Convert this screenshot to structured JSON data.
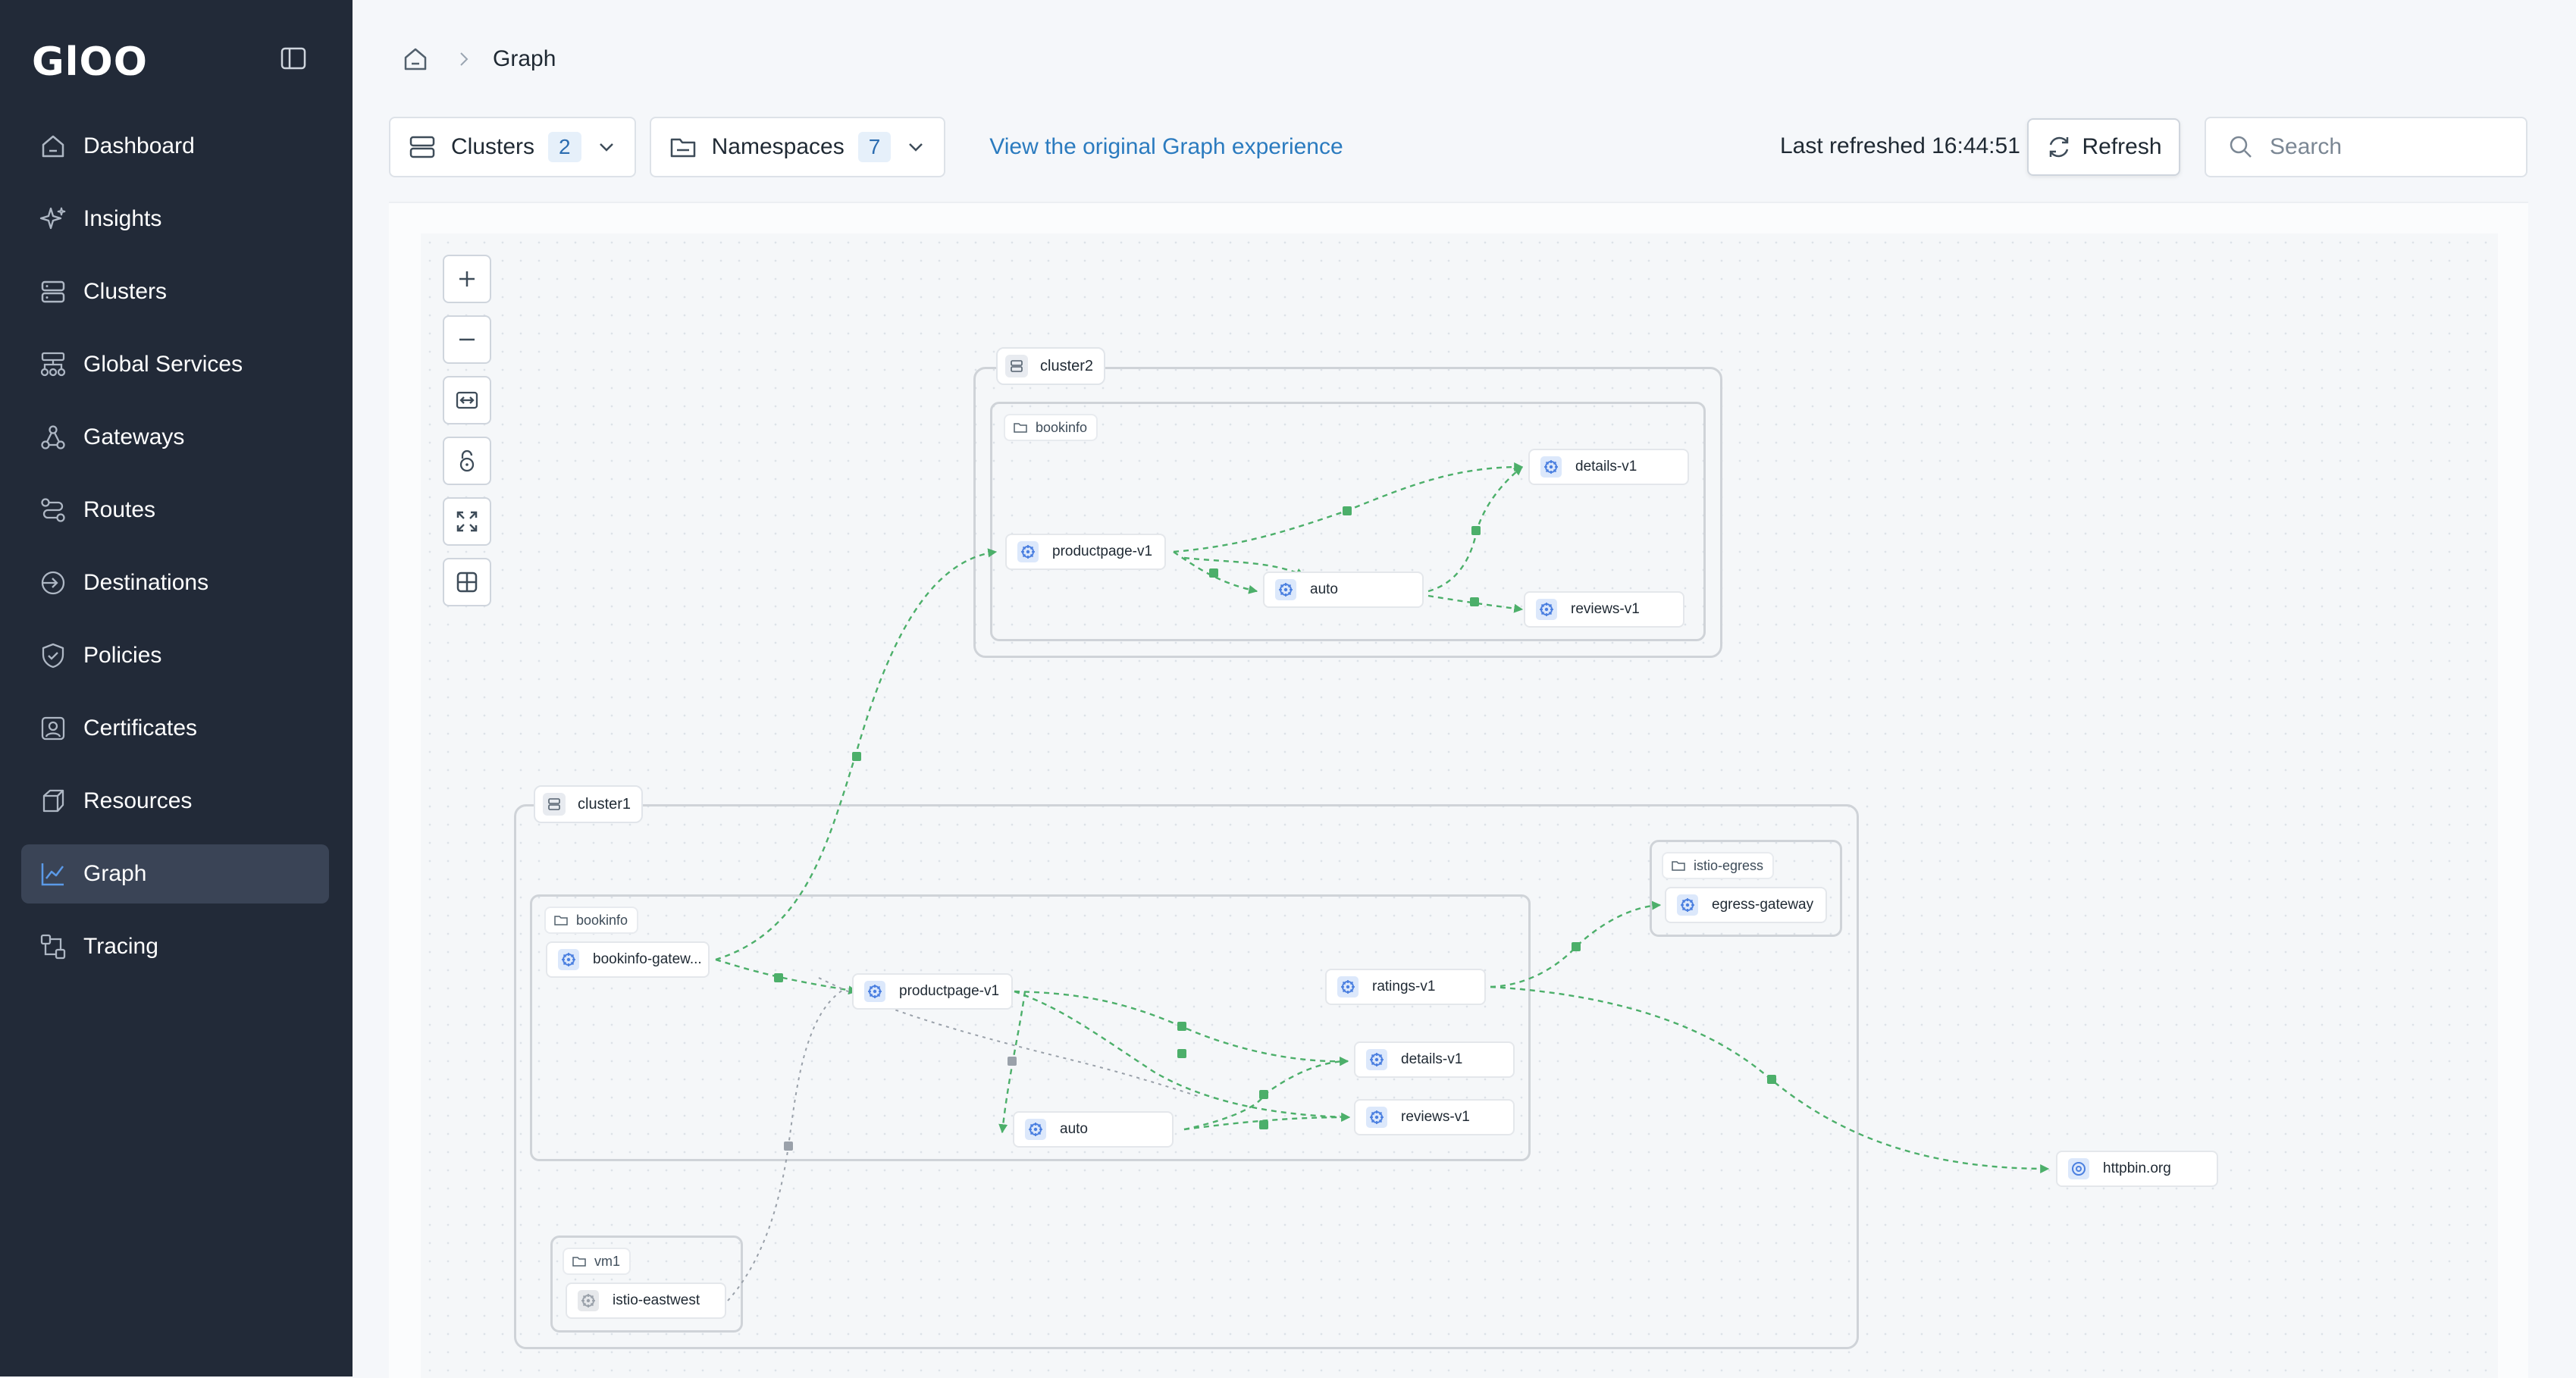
{
  "app": {
    "logo": "GlOO"
  },
  "sidebar": {
    "items": [
      {
        "label": "Dashboard",
        "icon": "home-icon"
      },
      {
        "label": "Insights",
        "icon": "sparkle-icon"
      },
      {
        "label": "Clusters",
        "icon": "server-icon"
      },
      {
        "label": "Global Services",
        "icon": "network-icon"
      },
      {
        "label": "Gateways",
        "icon": "gateway-icon"
      },
      {
        "label": "Routes",
        "icon": "route-icon"
      },
      {
        "label": "Destinations",
        "icon": "destination-icon"
      },
      {
        "label": "Policies",
        "icon": "shield-icon"
      },
      {
        "label": "Certificates",
        "icon": "certificate-icon"
      },
      {
        "label": "Resources",
        "icon": "cube-icon"
      },
      {
        "label": "Graph",
        "icon": "graph-icon",
        "active": true
      },
      {
        "label": "Tracing",
        "icon": "tracing-icon"
      }
    ]
  },
  "breadcrumb": {
    "current": "Graph"
  },
  "toolbar": {
    "clusters_label": "Clusters",
    "clusters_count": "2",
    "namespaces_label": "Namespaces",
    "namespaces_count": "7",
    "original_link": "View the original Graph experience",
    "last_refreshed": "Last refreshed 16:44:51",
    "refresh_label": "Refresh",
    "search_placeholder": "Search"
  },
  "graph": {
    "clusters": [
      {
        "name": "cluster2"
      },
      {
        "name": "cluster1"
      }
    ],
    "namespaces": [
      "bookinfo",
      "bookinfo",
      "istio-egress",
      "vm1"
    ],
    "services": {
      "c2_productpage": "productpage-v1",
      "c2_auto": "auto",
      "c2_details": "details-v1",
      "c2_reviews": "reviews-v1",
      "c1_gateway": "bookinfo-gatew...",
      "c1_productpage": "productpage-v1",
      "c1_auto": "auto",
      "c1_details": "details-v1",
      "c1_reviews": "reviews-v1",
      "c1_ratings": "ratings-v1",
      "egress_gateway": "egress-gateway",
      "vm_eastwest": "istio-eastwest",
      "external_httpbin": "httpbin.org"
    },
    "colors": {
      "healthy_edge": "#4caf6a",
      "inactive_edge": "#9aa1aa"
    }
  }
}
